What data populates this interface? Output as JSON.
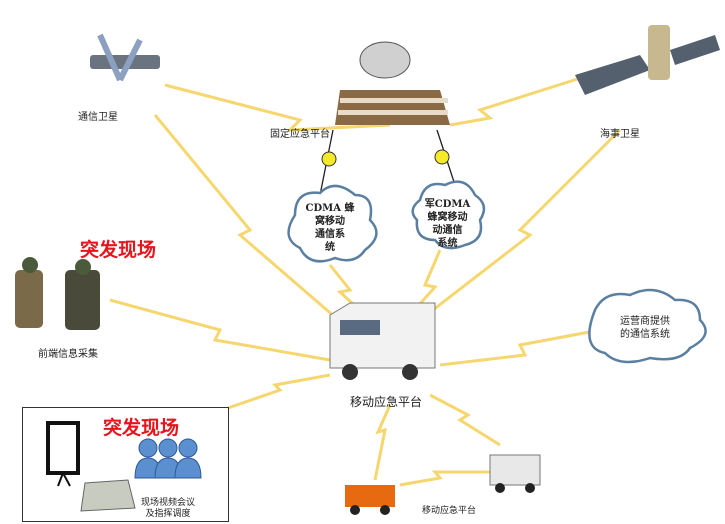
{
  "nodes": {
    "comm_satellite": "通信卫星",
    "fixed_platform": "固定应急平台",
    "maritime_satellite": "海事卫星",
    "cdma_cloud": "CDMA 蜂窝移动通信系统",
    "cdma_cloud_lines": [
      "CDMA 蜂",
      "窝移动",
      "通信系",
      "统"
    ],
    "military_cdma_lines": [
      "军CDMA",
      "蜂窝移动",
      "动通信",
      "系统"
    ],
    "scene_title": "突发现场",
    "frontend_collection": "前端信息采集",
    "carrier_lines": [
      "运营商提供",
      "的通信系统"
    ],
    "mobile_platform": "移动应急平台",
    "box_title": "突发现场",
    "video_conf_lines": [
      "现场视频会议",
      "及指挥调度"
    ],
    "mobile_platform_small": "移动应急平台"
  },
  "colors": {
    "link": "#f5c842",
    "scene_red": "#e8141c",
    "cloud_border": "#5a7fa0",
    "people": "#5b8fd0"
  }
}
